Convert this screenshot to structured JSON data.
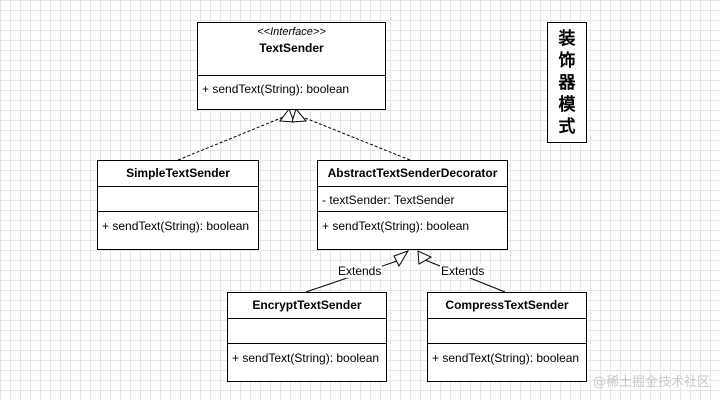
{
  "interface": {
    "stereotype": "<<Interface>>",
    "name": "TextSender",
    "methods": [
      "+ sendText(String): boolean"
    ]
  },
  "simple": {
    "name": "SimpleTextSender",
    "methods": [
      "+ sendText(String): boolean"
    ]
  },
  "decorator": {
    "name": "AbstractTextSenderDecorator",
    "attributes": [
      "-  textSender: TextSender"
    ],
    "methods": [
      "+ sendText(String): boolean"
    ]
  },
  "encrypt": {
    "name": "EncryptTextSender",
    "methods": [
      "+ sendText(String): boolean"
    ]
  },
  "compress": {
    "name": "CompressTextSender",
    "methods": [
      "+ sendText(String): boolean"
    ]
  },
  "edges": {
    "extends_left": "Extends",
    "extends_right": "Extends"
  },
  "title_chars": [
    "装",
    "饰",
    "器",
    "模",
    "式"
  ],
  "watermark": "@稀土掘金技术社区"
}
